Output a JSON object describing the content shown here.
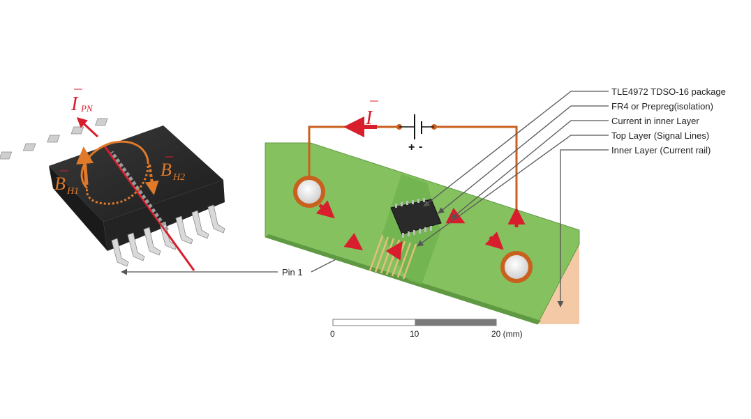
{
  "symbols": {
    "current_primary": "I",
    "current_primary_sub": "PN",
    "field_1": "B",
    "field_1_sub": "H1",
    "field_2": "B",
    "field_2_sub": "H2",
    "current_board": "I"
  },
  "battery": {
    "plus": "+",
    "minus": "-"
  },
  "callouts": [
    "TLE4972 TDSO-16 package",
    "FR4 or Prepreg(isolation)",
    "Current in inner Layer",
    "Top Layer (Signal Lines)",
    "Inner Layer (Current rail)"
  ],
  "pin_label": "Pin 1",
  "scale_bar": {
    "ticks": [
      "0",
      "10",
      "20 (mm)"
    ]
  },
  "colors": {
    "current_arrow": "#d81e2c",
    "field_arrow": "#e07a2a",
    "wire": "#c8601e",
    "pcb_green": "#86c160",
    "pcb_edge": "#5f9a43",
    "copper_pad": "#f4c9a6",
    "chip_body": "#2a2a2a",
    "leader_line": "#555555"
  }
}
